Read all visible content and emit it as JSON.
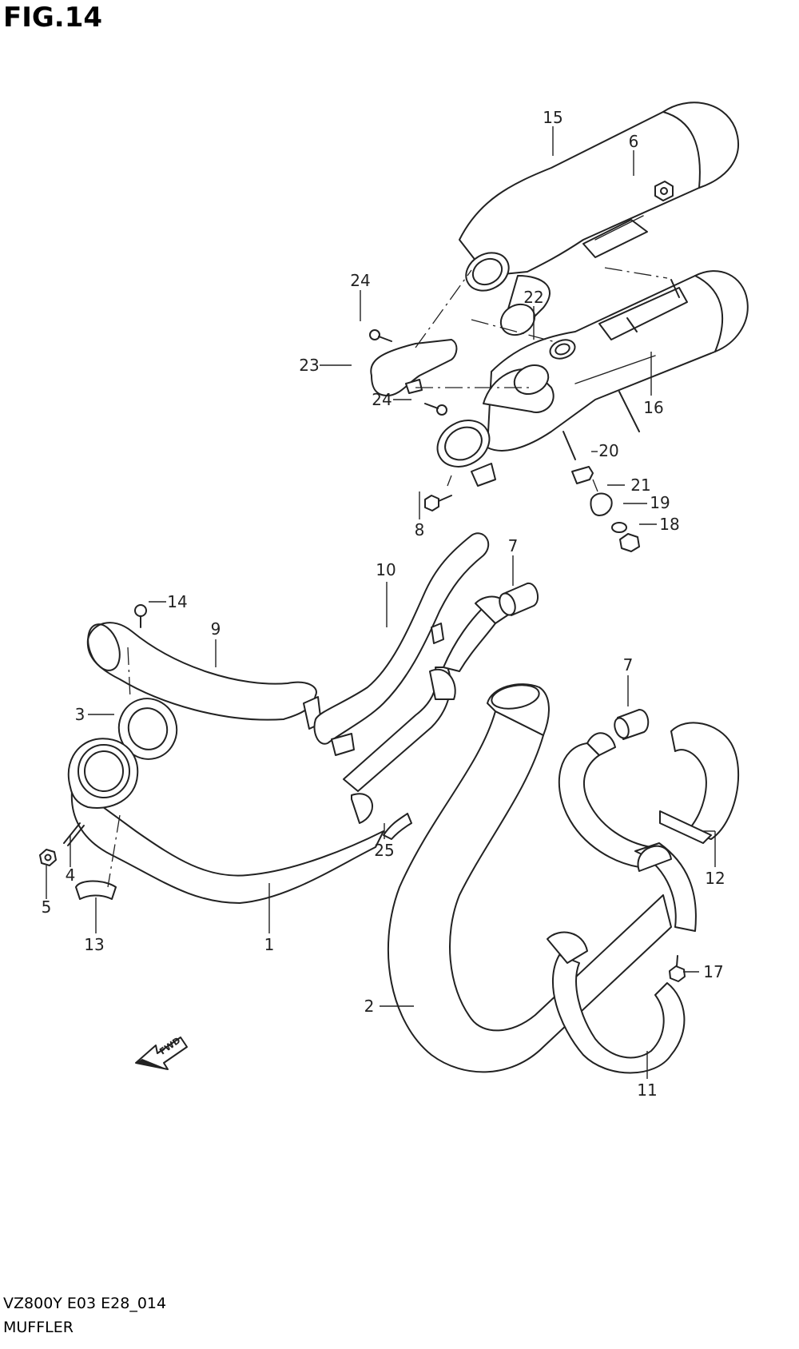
{
  "figure": {
    "title": "FIG.14",
    "code": "VZ800Y E03 E28_014",
    "caption": "MUFFLER"
  },
  "fwd_label": "FWD",
  "callouts": {
    "c1": "1",
    "c2": "2",
    "c3": "3",
    "c4": "4",
    "c5": "5",
    "c6": "6",
    "c7a": "7",
    "c7b": "7",
    "c8": "8",
    "c9": "9",
    "c10": "10",
    "c11": "11",
    "c12": "12",
    "c13": "13",
    "c14": "14",
    "c15": "15",
    "c16": "16",
    "c17": "17",
    "c18": "18",
    "c19": "19",
    "c20": "20",
    "c21": "21",
    "c22": "22",
    "c23": "23",
    "c24a": "24",
    "c24b": "24",
    "c25": "25"
  }
}
